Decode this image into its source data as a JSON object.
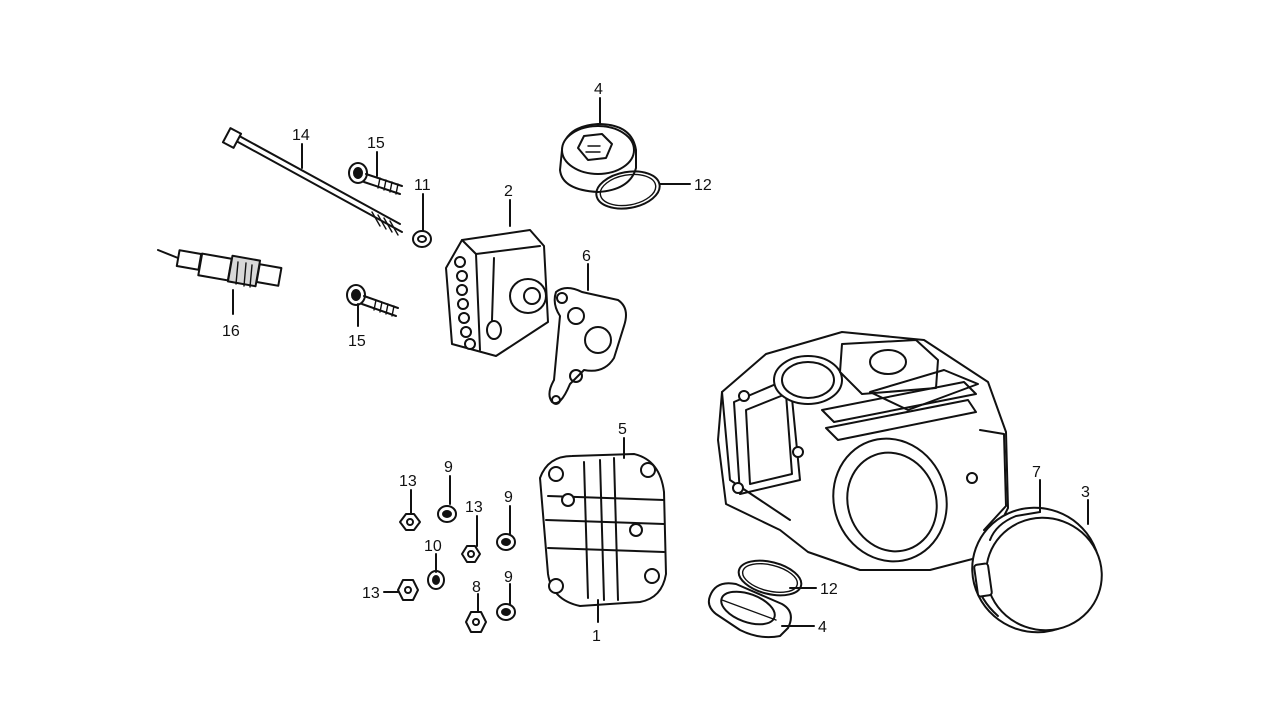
{
  "callouts": {
    "c1": "1",
    "c2": "2",
    "c3": "3",
    "c4_top": "4",
    "c4_bottom": "4",
    "c5": "5",
    "c6": "6",
    "c7": "7",
    "c8": "8",
    "c9_a": "9",
    "c9_b": "9",
    "c9_c": "9",
    "c10": "10",
    "c11": "11",
    "c12_top": "12",
    "c12_bottom": "12",
    "c13_a": "13",
    "c13_b": "13",
    "c13_c": "13",
    "c14": "14",
    "c15_top": "15",
    "c15_bottom": "15",
    "c16": "16"
  }
}
